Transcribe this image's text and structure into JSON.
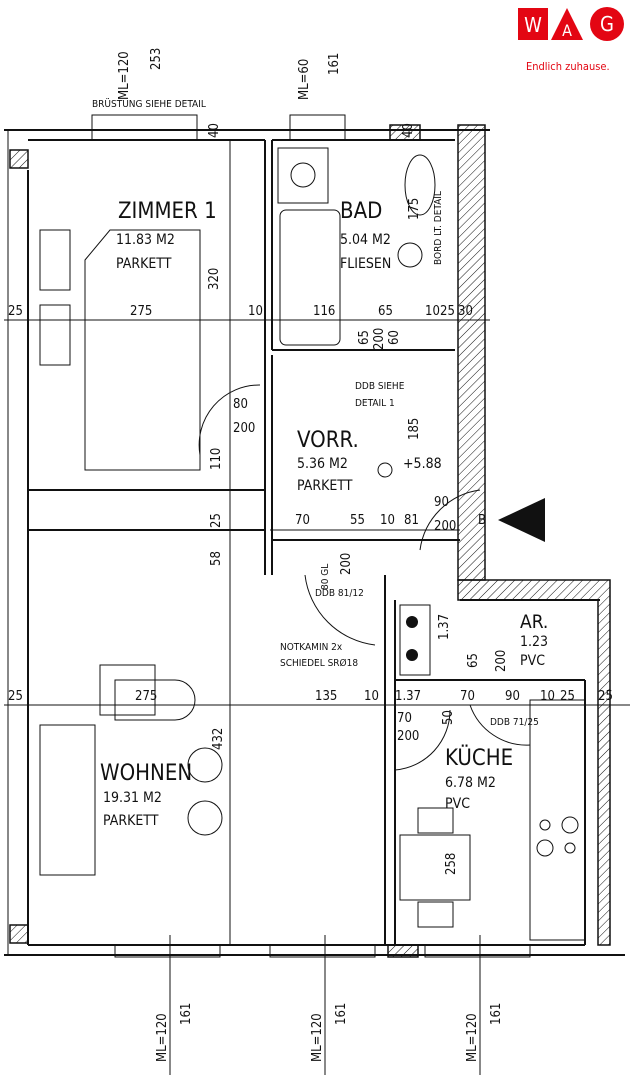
{
  "logo": {
    "letters": [
      "W",
      "A",
      "G"
    ],
    "tagline": "Endlich zuhause.",
    "color": "#e30613"
  },
  "top": {
    "ml1": "ML=120",
    "h1": "253",
    "ml2": "ML=60",
    "h2": "161",
    "note": "BRÜSTUNG SIEHE DETAIL",
    "d40a": "40",
    "d40b": "40"
  },
  "rooms": {
    "zimmer": {
      "name": "ZIMMER 1",
      "area": "11.83 M2",
      "floor": "PARKETT"
    },
    "bad": {
      "name": "BAD",
      "area": "5.04 M2",
      "floor": "FLIESEN"
    },
    "vorr": {
      "name": "VORR.",
      "area": "5.36 M2",
      "floor": "PARKETT",
      "level": "+5.88"
    },
    "ar": {
      "name": "AR.",
      "area": "1.23",
      "floor": "PVC"
    },
    "kueche": {
      "name": "KÜCHE",
      "area": "6.78 M2",
      "floor": "PVC"
    },
    "wohnen": {
      "name": "WOHNEN",
      "area": "19.31 M2",
      "floor": "PARKETT"
    }
  },
  "notes": {
    "ddb_siehe": "DDB SIEHE",
    "detail1": "DETAIL 1",
    "bord": "BORD LT. DETAIL",
    "ddb8112": "DDB 81/12",
    "notkamin": "NOTKAMIN 2x",
    "schiedel": "SCHIEDEL SRØ18",
    "ddb7125": "DDB 71/25",
    "gl": "80 GL"
  },
  "dims": {
    "row1": [
      "25",
      "275",
      "10",
      "116",
      "65",
      "10",
      "25",
      "30"
    ],
    "bad_v": [
      "175",
      "65",
      "200",
      "60"
    ],
    "zim_door": [
      "80",
      "200",
      "110",
      "320"
    ],
    "vorr": [
      "185",
      "70",
      "55",
      "10",
      "81",
      "90",
      "200",
      "B",
      "25",
      "58",
      "200"
    ],
    "row2": [
      "25",
      "275",
      "135",
      "10",
      "1.37",
      "70",
      "90",
      "10",
      "25",
      "25"
    ],
    "ar_v": [
      "65",
      "200",
      "1.37"
    ],
    "kue_door": [
      "70",
      "200",
      "50"
    ],
    "wohnen": [
      "432",
      "258"
    ]
  },
  "bottom": [
    {
      "ml": "ML=120",
      "h": "161"
    },
    {
      "ml": "ML=120",
      "h": "161"
    },
    {
      "ml": "ML=120",
      "h": "161"
    }
  ]
}
